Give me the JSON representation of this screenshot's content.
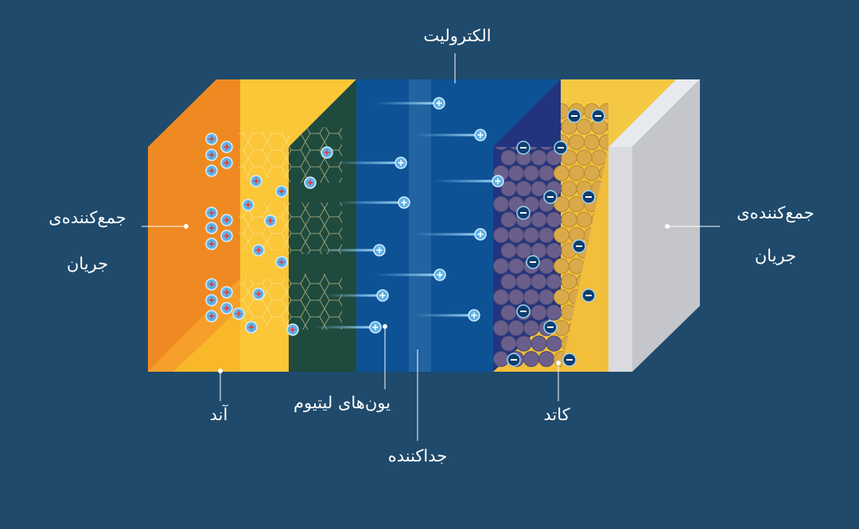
{
  "labels": {
    "electrolyte": "الکترولیت",
    "current_collector_left": [
      "جمع‌کننده‌ی",
      "جریان"
    ],
    "current_collector_right": [
      "جمع‌کننده‌ی",
      "جریان"
    ],
    "anode": "آند",
    "lithium_ions": "یون‌های لیتیوم",
    "cathode": "کاتد",
    "separator": "جداکننده"
  },
  "colors": {
    "background": "#1f4a6c",
    "anode_collector": "#ef8a22",
    "anode": "#fbc637",
    "electrolyte": "#0c4e8a",
    "separator": "#2a6aa6",
    "cathode": "#f1bf3a",
    "cathode_collector": "#c4c6cb",
    "ion_fill": "#5fb2e8",
    "electron_fill": "#0d3e6e"
  },
  "icons": [
    "positive-ion-icon",
    "negative-electron-icon"
  ]
}
